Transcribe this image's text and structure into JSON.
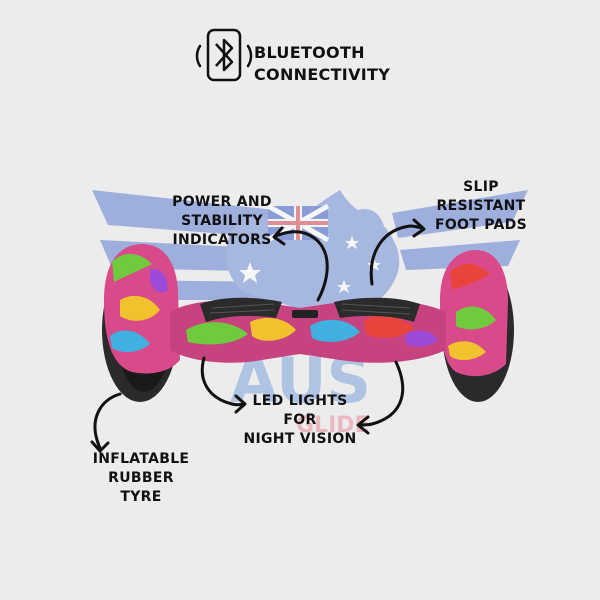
{
  "features": {
    "bluetooth": {
      "line1": "BLUETOOTH",
      "line2": "CONNECTIVITY",
      "icon": "bluetooth-icon"
    },
    "power": {
      "line1": "POWER AND",
      "line2": "STABILITY",
      "line3": "INDICATORS"
    },
    "slip": {
      "line1": "SLIP",
      "line2": "RESISTANT",
      "line3": "FOOT PADS"
    },
    "led": {
      "line1": "LED LIGHTS",
      "line2": "FOR",
      "line3": "NIGHT VISION"
    },
    "tyre": {
      "line1": "INFLATABLE",
      "line2": "RUBBER",
      "line3": "TYRE"
    }
  },
  "watermark": {
    "text": "AUS",
    "subtext": "GLIDE"
  },
  "colors": {
    "background": "#ececec",
    "watermark_blue": "#8fa3d9",
    "watermark_red": "#e8a3ad",
    "text": "#111111"
  }
}
